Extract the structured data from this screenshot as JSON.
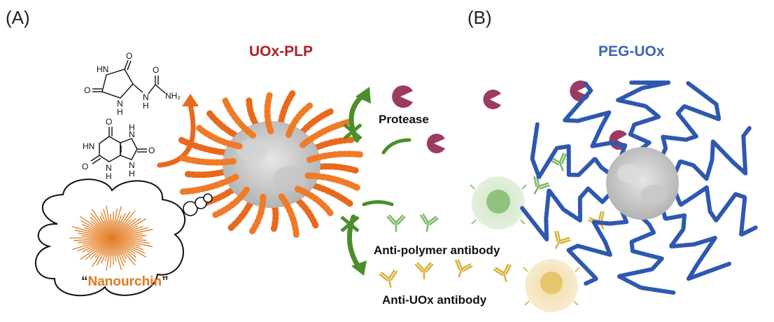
{
  "panels": {
    "a": "(A)",
    "b": "(B)"
  },
  "titles": {
    "uox_plp": "UOx-PLP",
    "peg_uox": "PEG-UOx",
    "uox_plp_color": "#b0202a",
    "peg_uox_color": "#3b66b0"
  },
  "labels": {
    "protease": "Protease",
    "anti_polymer": "Anti-polymer antibody",
    "anti_uox": "Anti-UOx antibody"
  },
  "nanourchin": {
    "open_quote": "“",
    "word": "Nanourchin",
    "close_quote": "”",
    "color": "#e07a1f"
  },
  "chem": {
    "top": {
      "atoms": [
        "HN",
        "O",
        "O",
        "N",
        "H",
        "N",
        "H",
        "O",
        "NH₂"
      ]
    },
    "bottom": {
      "atoms": [
        "O",
        "HN",
        "O",
        "N",
        "H",
        "N",
        "H",
        "N",
        "H",
        "O"
      ]
    }
  },
  "colors": {
    "orange": "#e8691c",
    "green": "#4a8f2a",
    "blue": "#2e58b0",
    "protease": "#9b3b63",
    "antibody_green": "#7fb86a",
    "antibody_gold": "#d9b23c"
  }
}
